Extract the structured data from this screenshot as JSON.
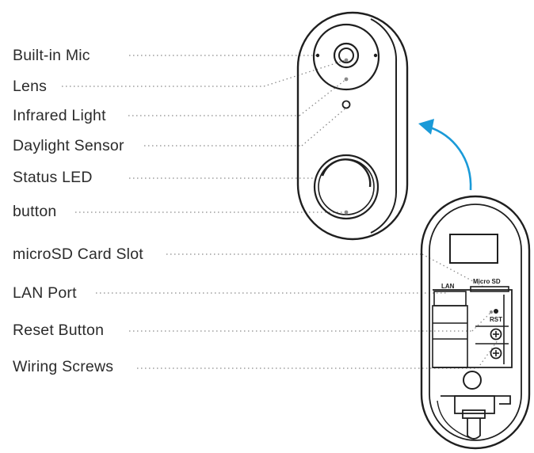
{
  "labels": {
    "mic": "Built-in Mic",
    "lens": "Lens",
    "infrared": "Infrared Light",
    "daylight": "Daylight Sensor",
    "status_led": "Status LED",
    "button": "button",
    "microsd_slot": "microSD Card Slot",
    "lan_port": "LAN Port",
    "reset_button": "Reset Button",
    "wiring_screws": "Wiring Screws"
  },
  "back_panel": {
    "lan": "LAN",
    "micro_sd": "Micro SD",
    "rst": "RST"
  },
  "colors": {
    "arrow": "#1a9ad8",
    "outline": "#1f1f1f",
    "leader": "#888888"
  }
}
